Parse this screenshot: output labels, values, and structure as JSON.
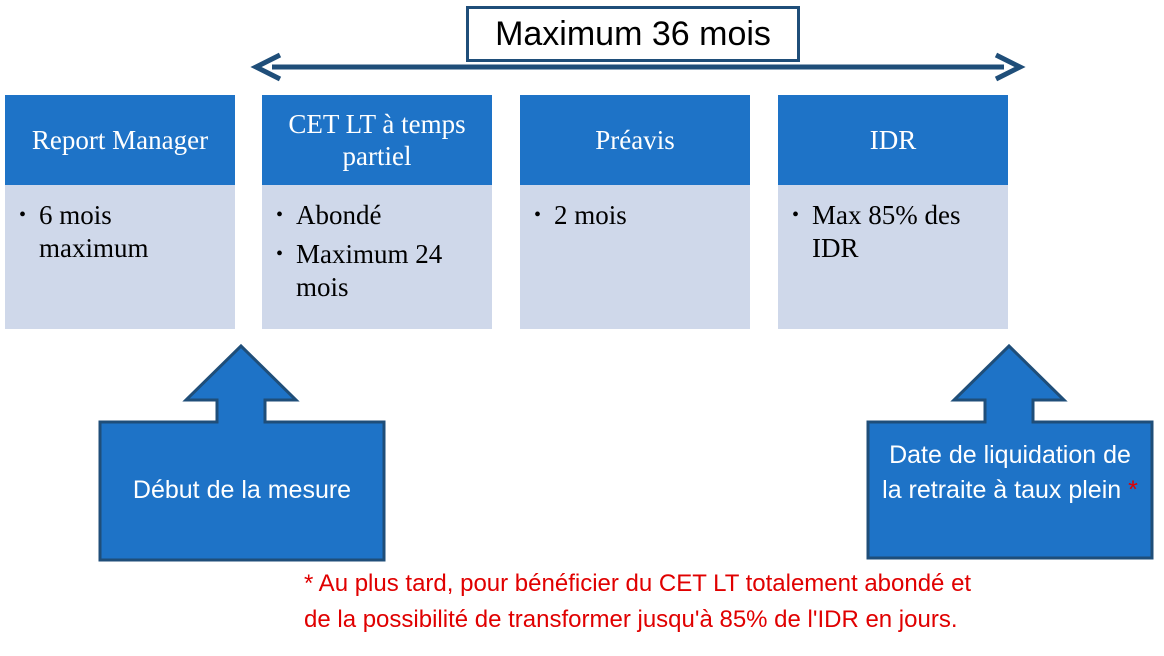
{
  "timeline": {
    "label": "Maximum 36 mois"
  },
  "cards": [
    {
      "title": "Report Manager",
      "bullets": [
        "6 mois maximum"
      ]
    },
    {
      "title": "CET LT à temps partiel",
      "bullets": [
        "Abondé",
        "Maximum 24 mois"
      ]
    },
    {
      "title": "Préavis",
      "bullets": [
        "2 mois"
      ]
    },
    {
      "title": "IDR",
      "bullets": [
        "Max 85% des IDR"
      ]
    }
  ],
  "callouts": {
    "start": {
      "label": "Début de la mesure"
    },
    "end": {
      "label": "Date de liquidation de la retraite à taux plein",
      "marker": "*"
    }
  },
  "footnote": {
    "line1": "* Au plus tard, pour bénéficier du CET LT totalement abondé et",
    "line2": "de la possibilité de transformer jusqu'à 85% de l'IDR en jours."
  },
  "colors": {
    "card_header": "#1e73c7",
    "card_body": "#cfd8ea",
    "callout_fill": "#1e73c7",
    "callout_stroke": "#1f4e79",
    "timeline_arrow": "#1f4e79",
    "footnote_text": "#e00000"
  }
}
